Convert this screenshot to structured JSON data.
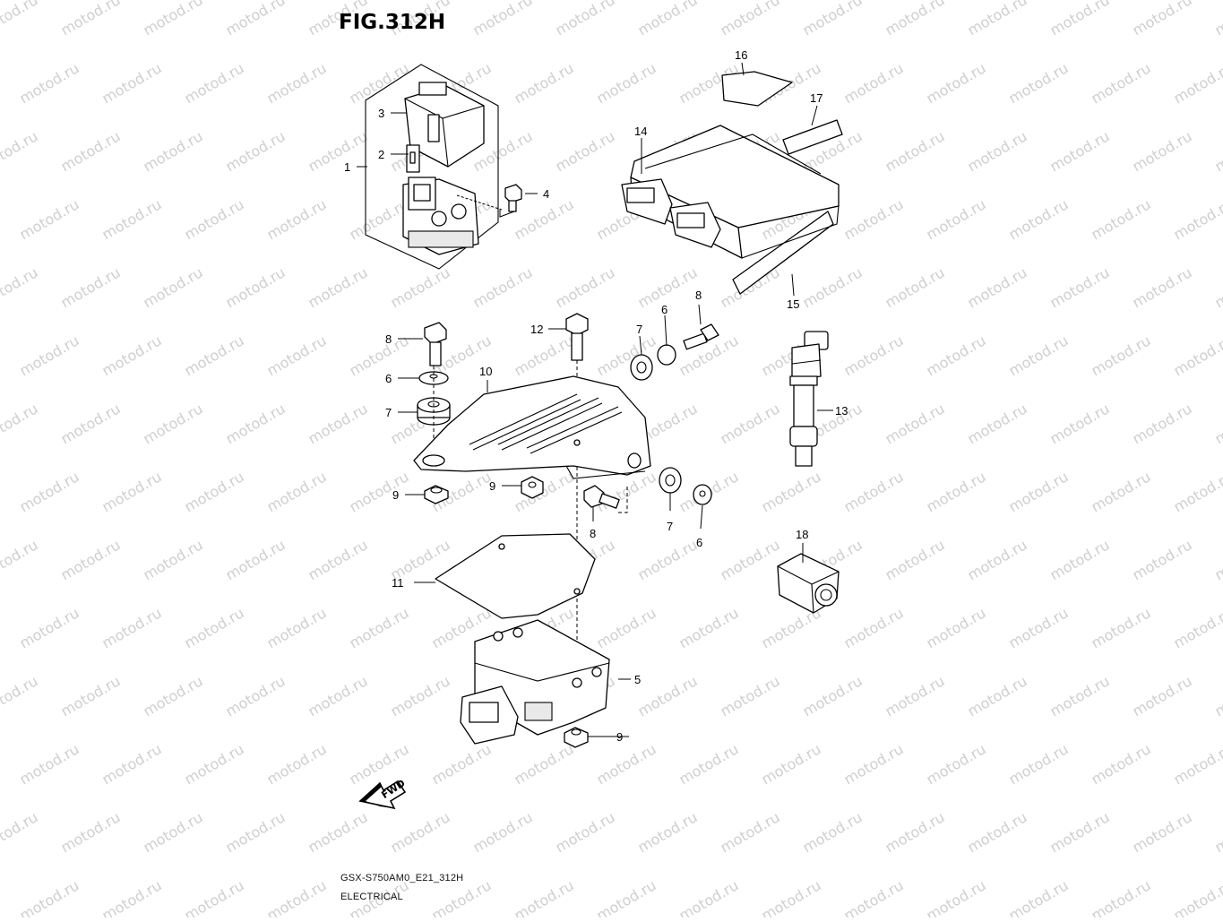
{
  "figure": {
    "title": "FIG.312H",
    "model_code": "GSX-S750AM0_E21_312H",
    "section": "ELECTRICAL",
    "watermark": "motod.ru",
    "fwd_label": "FWD"
  },
  "callouts": [
    {
      "id": "c1",
      "label": "1"
    },
    {
      "id": "c2",
      "label": "2"
    },
    {
      "id": "c3",
      "label": "3"
    },
    {
      "id": "c4",
      "label": "4"
    },
    {
      "id": "c5",
      "label": "5"
    },
    {
      "id": "c6a",
      "label": "6"
    },
    {
      "id": "c6b",
      "label": "6"
    },
    {
      "id": "c6c",
      "label": "6"
    },
    {
      "id": "c7a",
      "label": "7"
    },
    {
      "id": "c7b",
      "label": "7"
    },
    {
      "id": "c7c",
      "label": "7"
    },
    {
      "id": "c8a",
      "label": "8"
    },
    {
      "id": "c8b",
      "label": "8"
    },
    {
      "id": "c8c",
      "label": "8"
    },
    {
      "id": "c9a",
      "label": "9"
    },
    {
      "id": "c9b",
      "label": "9"
    },
    {
      "id": "c9c",
      "label": "9"
    },
    {
      "id": "c10",
      "label": "10"
    },
    {
      "id": "c11",
      "label": "11"
    },
    {
      "id": "c12",
      "label": "12"
    },
    {
      "id": "c13",
      "label": "13"
    },
    {
      "id": "c14",
      "label": "14"
    },
    {
      "id": "c15",
      "label": "15"
    },
    {
      "id": "c16",
      "label": "16"
    },
    {
      "id": "c17",
      "label": "17"
    },
    {
      "id": "c18",
      "label": "18"
    }
  ]
}
